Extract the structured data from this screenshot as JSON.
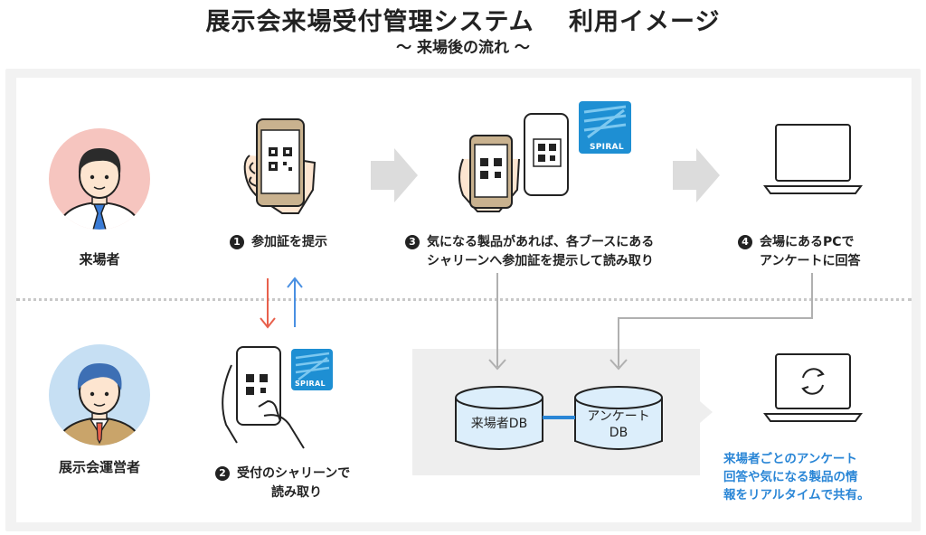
{
  "header": {
    "title": "展示会来場受付管理システム　 利用イメージ",
    "subtitle": "〜 来場後の流れ 〜"
  },
  "roles": {
    "visitor": "来場者",
    "organizer": "展示会運営者"
  },
  "steps": [
    {
      "num": "1",
      "lines": [
        "参加証を提示"
      ]
    },
    {
      "num": "2",
      "lines": [
        "受付のシャリーンで",
        "読み取り"
      ]
    },
    {
      "num": "3",
      "lines": [
        "気になる製品があれば、各ブースにある",
        "シャリーンへ参加証を提示して読み取り"
      ]
    },
    {
      "num": "4",
      "lines": [
        "会場にあるPCで",
        "アンケートに回答"
      ]
    }
  ],
  "databases": {
    "visitor_db": "来場者DB",
    "survey_db_line1": "アンケート",
    "survey_db_line2": "DB"
  },
  "share_text": [
    "来場者ごとのアンケート",
    "回答や気になる製品の情",
    "報をリアルタイムで共有。"
  ],
  "logo_text": "SPIRAL",
  "colors": {
    "arrow_down": "#e8604c",
    "arrow_up": "#4a90e2",
    "link": "#2a86d6",
    "visitor_circle": "#f6c5bf",
    "organizer_circle": "#c6dff3",
    "db_fill": "#dceefb"
  }
}
